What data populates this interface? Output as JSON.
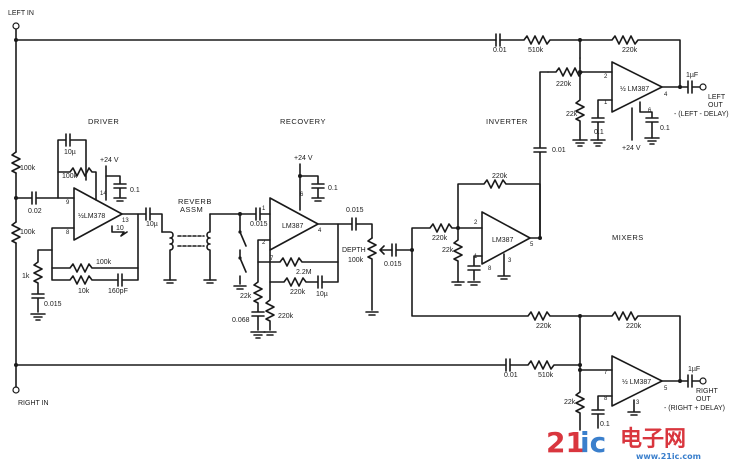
{
  "inputs": {
    "left_in": "LEFT IN",
    "right_in": "RIGHT IN"
  },
  "sections": {
    "driver": "DRIVER",
    "recovery": "RECOVERY",
    "inverter": "INVERTER",
    "mixers": "MIXERS",
    "reverb": "REVERB",
    "assm": "ASSM",
    "depth": "DEPTH"
  },
  "opamps": {
    "driver": "½LM378",
    "recovery": "LM387",
    "inverter": "LM387",
    "mixer_left": "½ LM387",
    "mixer_right": "½ LM387"
  },
  "supplies": {
    "v24": "+24 V"
  },
  "outputs": {
    "left_out": "LEFT",
    "left_out2": "OUT",
    "left_out3": "- (LEFT - DELAY)",
    "right_out": "RIGHT",
    "right_out2": "OUT",
    "right_out3": "- (RIGHT + DELAY)",
    "cap_1uf": "1µF"
  },
  "components": {
    "c001": "0.01",
    "r510k": "510k",
    "r220k": "220k",
    "r22k": "22k",
    "c01": "0.1",
    "r100k": "100k",
    "c002": "0.02",
    "r1k": "1k",
    "c0015": "0.015",
    "r10k": "10k",
    "c160pf": "160pF",
    "c10u": "10µ",
    "r10": "10",
    "c10uf": "10µF",
    "r22M": "2.2M",
    "c0068": "0.068",
    "c0015b": "0.015",
    "c10ub": "10µ",
    "c0015c": "0.015",
    "c0015d": "0.015"
  },
  "pins": {
    "p1": "1",
    "p2": "2",
    "p3": "3",
    "p4": "4",
    "p5": "5",
    "p6": "6",
    "p7": "7",
    "p8": "8",
    "p9": "9",
    "p13": "13",
    "p14": "14"
  },
  "watermark": {
    "brand_a": "21",
    "brand_b": "ic",
    "cn": "电子网",
    "url": "www.21ic.com"
  },
  "colors": {
    "ink": "#1a1a1a",
    "wm_red": "#d9363e",
    "wm_blue": "#3a7fcc"
  }
}
